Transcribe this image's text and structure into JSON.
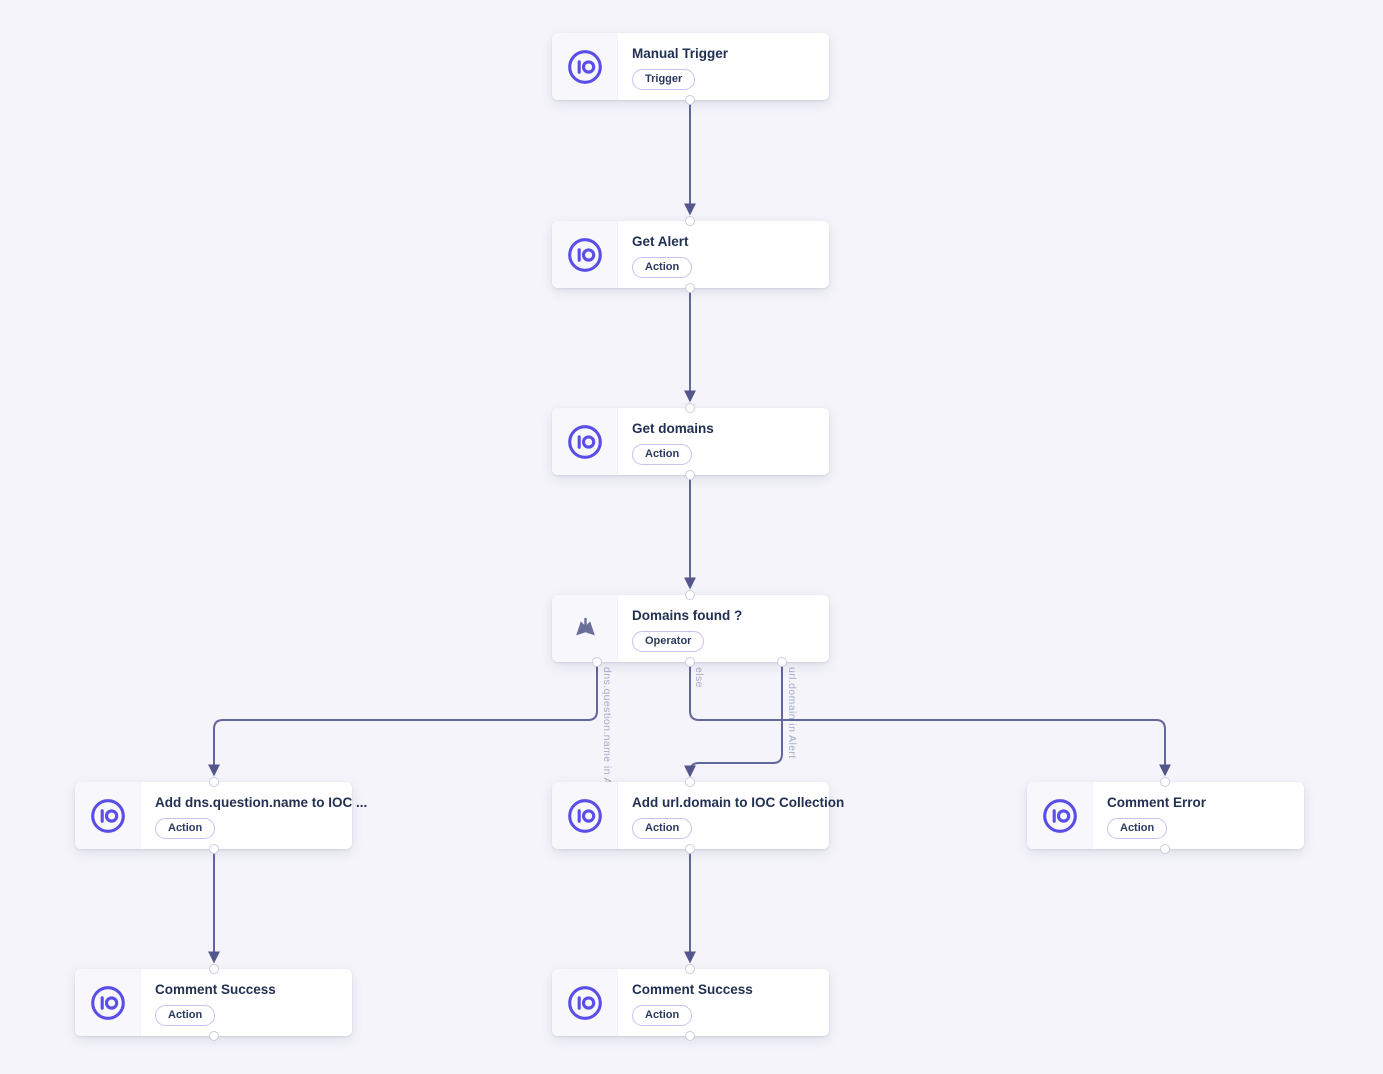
{
  "canvas": {
    "background": "#f4f4fa"
  },
  "colors": {
    "accent": "#5b4ee6",
    "edge": "#63669a",
    "arrowhead": "#53568a",
    "node_title": "#223052",
    "badge_border": "#c6c3f0",
    "edge_label": "#a7abc8",
    "icon_section_bg": "#f8f8fc"
  },
  "nodes": [
    {
      "title": "Manual Trigger",
      "badge": "Trigger",
      "icon": "sekoia-io-logo"
    },
    {
      "title": "Get Alert",
      "badge": "Action",
      "icon": "sekoia-io-logo"
    },
    {
      "title": "Get domains",
      "badge": "Action",
      "icon": "sekoia-io-logo"
    },
    {
      "title": "Domains found ?",
      "badge": "Operator",
      "icon": "branch-split"
    },
    {
      "title": "Add dns.question.name to IOC ...",
      "badge": "Action",
      "icon": "sekoia-io-logo"
    },
    {
      "title": "Add url.domain to IOC Collection",
      "badge": "Action",
      "icon": "sekoia-io-logo"
    },
    {
      "title": "Comment Error",
      "badge": "Action",
      "icon": "sekoia-io-logo"
    },
    {
      "title": "Comment Success",
      "badge": "Action",
      "icon": "sekoia-io-logo"
    },
    {
      "title": "Comment Success",
      "badge": "Action",
      "icon": "sekoia-io-logo"
    }
  ],
  "edges": {
    "labels": [
      "dns.question.name in Alert",
      "else",
      "url.domain in Alert"
    ]
  }
}
